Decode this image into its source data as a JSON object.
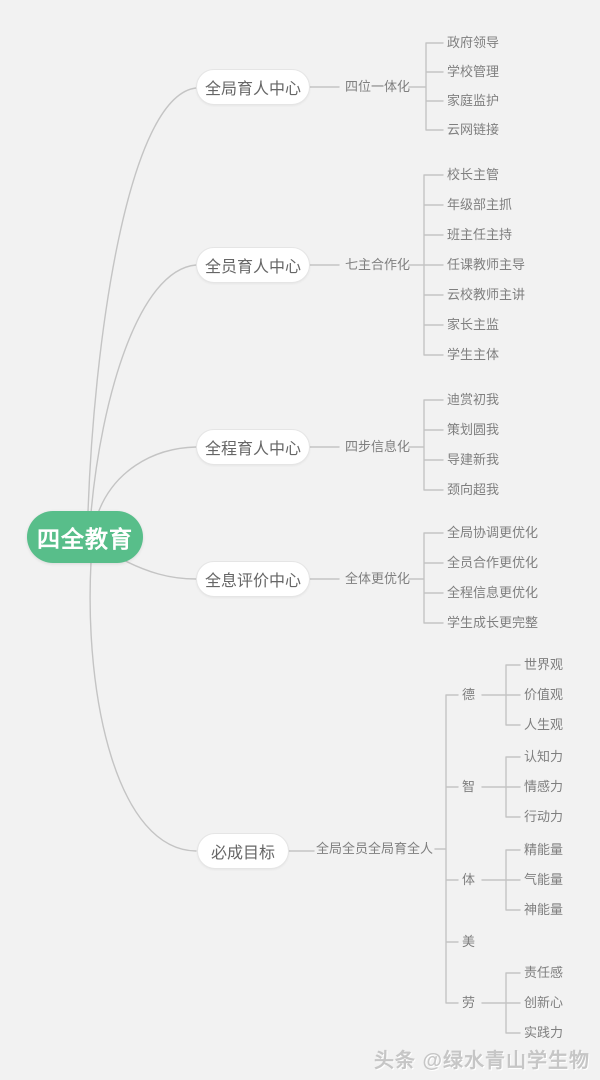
{
  "root": {
    "label": "四全教育"
  },
  "branches": [
    {
      "label": "全局育人中心",
      "sub": "四位一体化",
      "leaves": [
        "政府领导",
        "学校管理",
        "家庭监护",
        "云网链接"
      ]
    },
    {
      "label": "全员育人中心",
      "sub": "七主合作化",
      "leaves": [
        "校长主管",
        "年级部主抓",
        "班主任主持",
        "任课教师主导",
        "云校教师主讲",
        "家长主监",
        "学生主体"
      ]
    },
    {
      "label": "全程育人中心",
      "sub": "四步信息化",
      "leaves": [
        "迪赏初我",
        "策划圆我",
        "导建新我",
        "颈向超我"
      ]
    },
    {
      "label": "全息评价中心",
      "sub": "全体更优化",
      "leaves": [
        "全局协调更优化",
        "全员合作更优化",
        "全程信息更优化",
        "学生成长更完整"
      ]
    },
    {
      "label": "必成目标",
      "sub": "全局全员全局育全人",
      "groups": [
        {
          "label": "德",
          "leaves": [
            "世界观",
            "价值观",
            "人生观"
          ]
        },
        {
          "label": "智",
          "leaves": [
            "认知力",
            "情感力",
            "行动力"
          ]
        },
        {
          "label": "体",
          "leaves": [
            "精能量",
            "气能量",
            "神能量"
          ]
        },
        {
          "label": "美",
          "leaves": []
        },
        {
          "label": "劳",
          "leaves": [
            "责任感",
            "创新心",
            "实践力"
          ]
        }
      ]
    }
  ],
  "watermark": "头条 @绿水青山学生物",
  "colors": {
    "root_bg": "#58be8a",
    "line": "#c4c4c4",
    "node_border": "#e5e5e5",
    "node_text": "#666666",
    "leaf_text": "#7f7f7f",
    "background": "#f2f2f2",
    "watermark": "#c6c6c6"
  }
}
